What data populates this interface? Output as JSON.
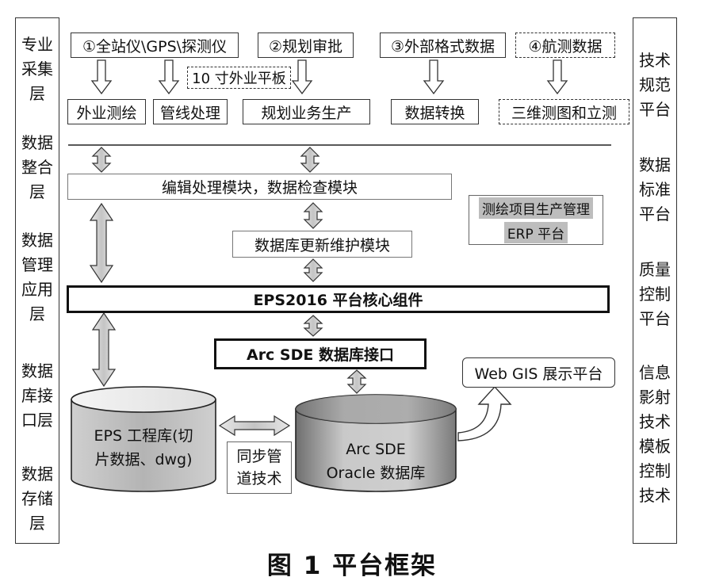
{
  "left_layers": [
    {
      "lines": [
        "专业",
        "采集",
        "层"
      ]
    },
    {
      "lines": [
        "数据",
        "整合",
        "层"
      ]
    },
    {
      "lines": [
        "数据",
        "管理",
        "应用",
        "层"
      ]
    },
    {
      "lines": [
        "数据",
        "库接",
        "口层"
      ]
    },
    {
      "lines": [
        "数据",
        "存储",
        "层"
      ]
    }
  ],
  "right_platforms": [
    {
      "lines": [
        "技术",
        "规范",
        "平台"
      ]
    },
    {
      "lines": [
        "数据",
        "标准",
        "平台"
      ]
    },
    {
      "lines": [
        "质量",
        "控制",
        "平台"
      ]
    },
    {
      "lines": [
        "信息",
        "影射",
        "技术",
        "模板",
        "控制",
        "技术"
      ]
    }
  ],
  "sources": {
    "total_station": "①全站仪\\GPS\\探测仪",
    "planning_approval": "②规划审批",
    "external_format": "③外部格式数据",
    "aerial_survey": "④航测数据"
  },
  "tablet": "10 寸外业平板",
  "outputs": {
    "field_survey": "外业测绘",
    "pipeline": "管线处理",
    "planning_production": "规划业务生产",
    "data_conversion": "数据转换",
    "mapping_3d": "三维测图和立测"
  },
  "modules": {
    "edit_check": "编辑处理模块，数据检查模块",
    "db_update": "数据库更新维护模块",
    "core": "EPS2016 平台核心组件",
    "arcsde_interface": "Arc SDE 数据库接口"
  },
  "erp": {
    "line1": "测绘项目生产管理",
    "line2": "ERP 平台"
  },
  "webgis": "Web GIS 展示平台",
  "eps_db": {
    "line1": "EPS 工程库(切",
    "line2": "片数据、dwg)"
  },
  "sync": {
    "line1": "同步管",
    "line2": "道技术"
  },
  "oracle_db": {
    "line1": "Arc SDE",
    "line2": "Oracle 数据库"
  },
  "caption": "图 1   平台框架"
}
